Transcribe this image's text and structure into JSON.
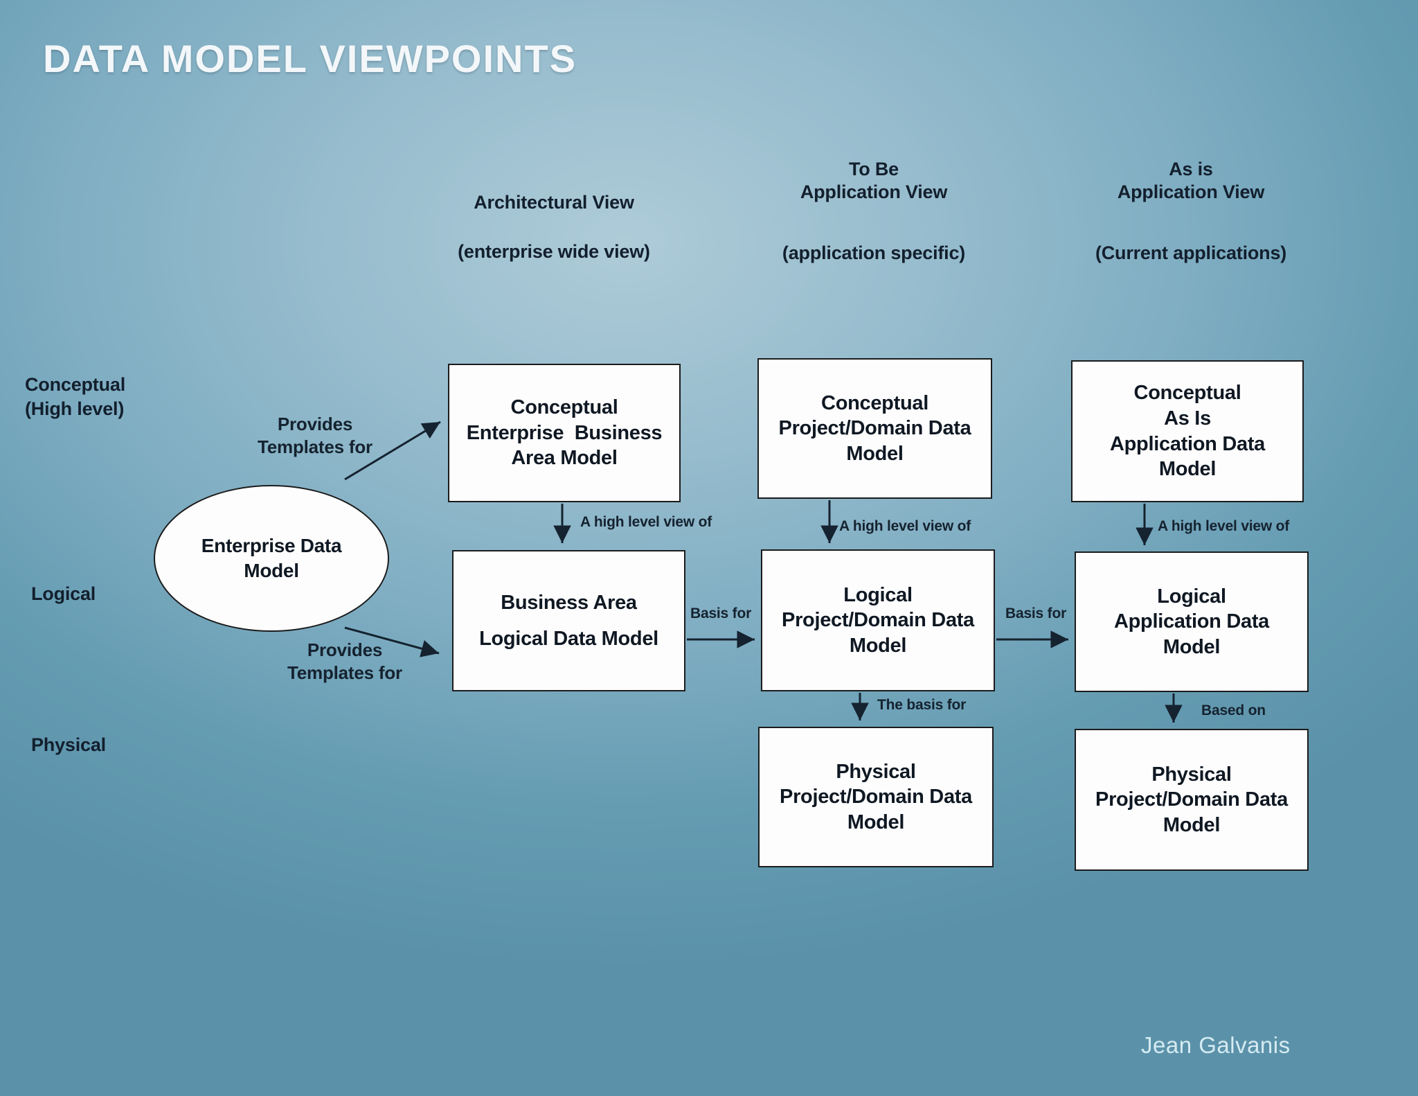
{
  "title": "DATA MODEL VIEWPOINTS",
  "column_headers": [
    {
      "title": "Architectural View",
      "subtitle": "(enterprise wide view)"
    },
    {
      "title": "To Be\nApplication View",
      "subtitle": "(application specific)"
    },
    {
      "title": "As is\nApplication View",
      "subtitle": "(Current applications)"
    }
  ],
  "row_labels": [
    {
      "label": "Conceptual\n(High level)"
    },
    {
      "label": "Logical"
    },
    {
      "label": "Physical"
    }
  ],
  "ellipse": {
    "label": "Enterprise Data\nModel"
  },
  "boxes": [
    {
      "label": "Conceptual\nEnterprise  Business\nArea Model"
    },
    {
      "label": "Conceptual\nProject/Domain Data\nModel"
    },
    {
      "label": "Conceptual\nAs Is\nApplication Data\nModel"
    },
    {
      "label": "Business Area\nLogical Data Model"
    },
    {
      "label": "Logical\nProject/Domain Data\nModel"
    },
    {
      "label": "Logical\nApplication Data\nModel"
    },
    {
      "label": "Physical\nProject/Domain Data\nModel"
    },
    {
      "label": "Physical\nProject/Domain Data\nModel"
    }
  ],
  "arrow_labels": {
    "provides_templates_top": "Provides\nTemplates for",
    "provides_templates_bottom": "Provides\nTemplates for",
    "high_level_view_1": "A high level view of",
    "high_level_view_2": "A high level view of",
    "high_level_view_3": "A high level view of",
    "basis_for_1": "Basis for",
    "basis_for_2": "Basis for",
    "the_basis_for": "The basis for",
    "based_on": "Based on"
  },
  "attribution": "Jean Galvanis",
  "colors": {
    "background_light": "#aecbd8",
    "background_dark": "#5b92aa",
    "box_fill": "#fdfdfe",
    "line": "#15222f",
    "title_text": "#f3f7f9",
    "attribution_text": "#d5ebf2"
  }
}
